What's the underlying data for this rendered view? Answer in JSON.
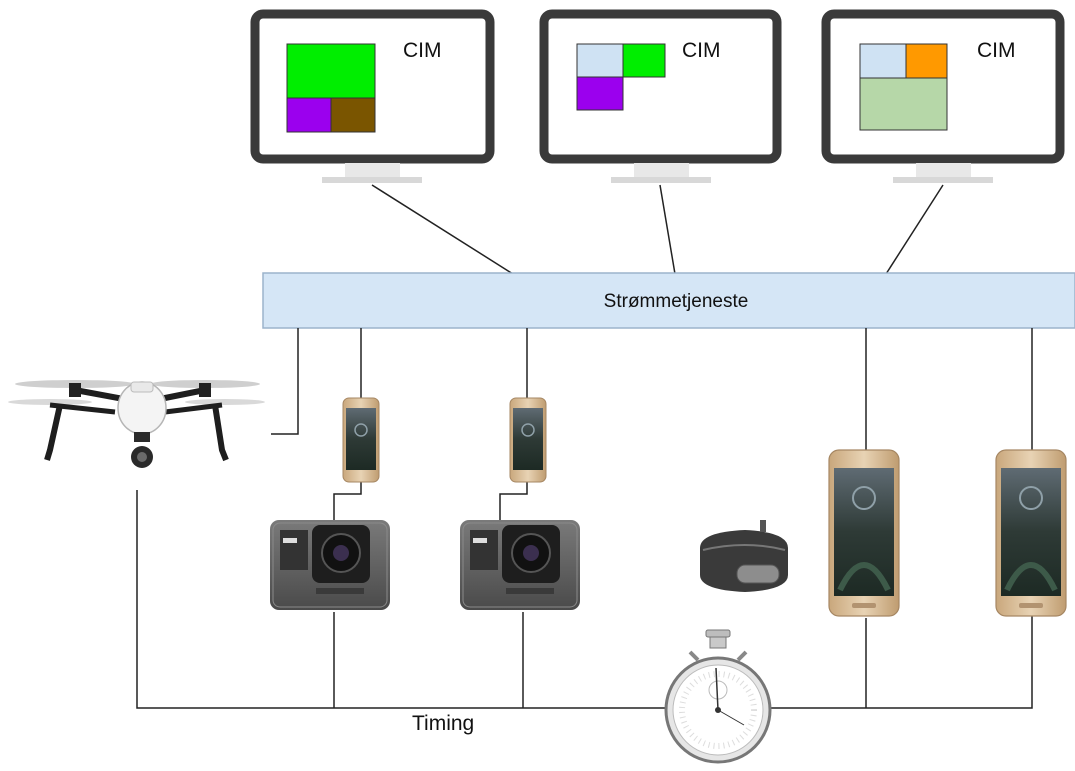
{
  "monitors": [
    {
      "label": "CIM"
    },
    {
      "label": "CIM"
    },
    {
      "label": "CIM"
    }
  ],
  "bus": {
    "label": "Strømmetjeneste"
  },
  "timing": {
    "label": "Timing"
  },
  "colors": {
    "bus_fill": "#d5e6f6",
    "bus_stroke": "#9bb3cc",
    "screen_bezel": "#3a3a3a",
    "tile_green": "#00ee00",
    "tile_purple": "#9b00ee",
    "tile_brown": "#7a5500",
    "tile_lightblue": "#cfe2f3",
    "tile_orange": "#ff9900",
    "tile_lightgreen": "#b6d7a8"
  },
  "icons": [
    "monitor-icon",
    "drone-icon",
    "smartphone-icon",
    "action-camera-icon",
    "heart-rate-sensor-icon",
    "stopwatch-icon"
  ]
}
